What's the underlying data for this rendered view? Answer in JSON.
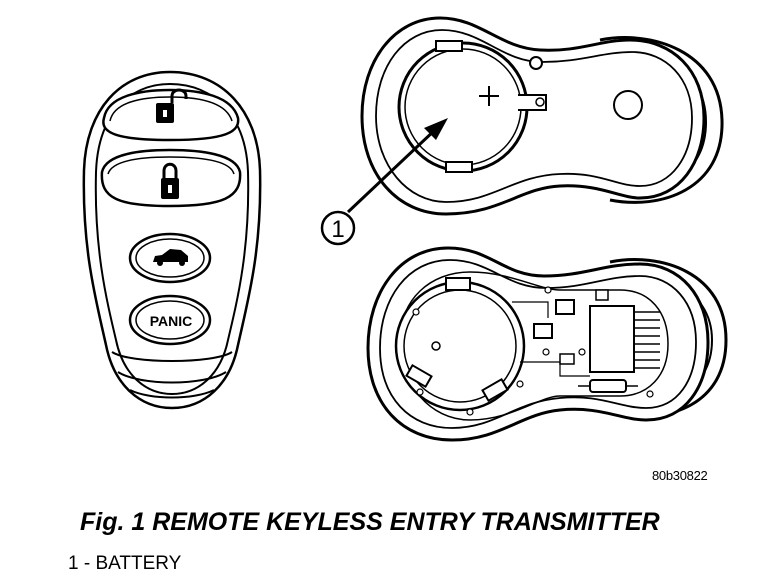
{
  "figure": {
    "callout_number": "1",
    "panic_label": "PANIC",
    "figure_id": "80b30822",
    "caption": "Fig. 1 REMOTE KEYLESS ENTRY TRANSMITTER",
    "legend": [
      {
        "text": "1 - BATTERY"
      }
    ]
  },
  "icons": [
    "unlock-icon",
    "lock-icon",
    "trunk-icon",
    "battery-plus-icon"
  ]
}
